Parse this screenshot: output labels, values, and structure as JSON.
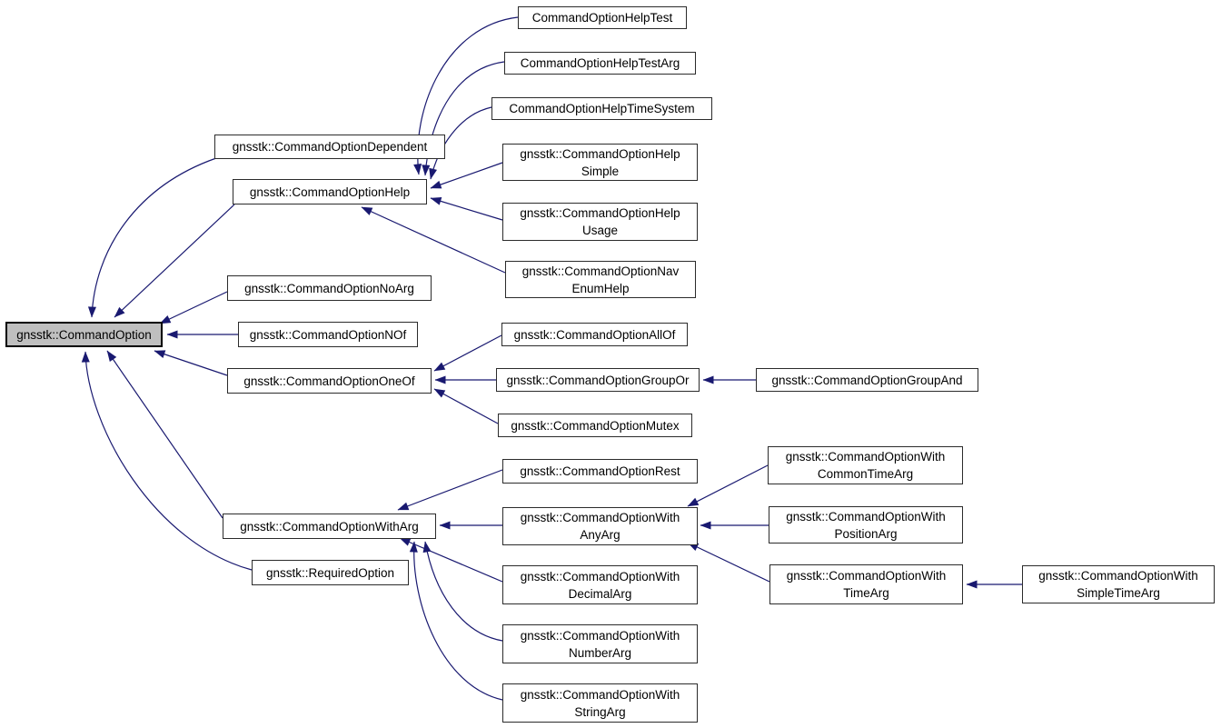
{
  "diagram": {
    "type": "class-inheritance-graph",
    "root_class": "gnsstk::CommandOption",
    "arrow_direction": "derived-to-base",
    "arrow_style": "solid-triangle"
  },
  "colors": {
    "edge": "#191970",
    "node_fill": "#ffffff",
    "node_border": "#2b2b2b",
    "root_fill": "#bfbfbf",
    "root_border": "#000000",
    "text": "#000000",
    "background": "#ffffff"
  },
  "nodes": [
    {
      "id": "command-option",
      "label": "gnsstk::CommandOption",
      "highlighted": true
    },
    {
      "id": "dependent",
      "label": "gnsstk::CommandOptionDependent",
      "highlighted": false
    },
    {
      "id": "help",
      "label": "gnsstk::CommandOptionHelp",
      "highlighted": false
    },
    {
      "id": "noarg",
      "label": "gnsstk::CommandOptionNoArg",
      "highlighted": false
    },
    {
      "id": "nof",
      "label": "gnsstk::CommandOptionNOf",
      "highlighted": false
    },
    {
      "id": "oneof",
      "label": "gnsstk::CommandOptionOneOf",
      "highlighted": false
    },
    {
      "id": "witharg",
      "label": "gnsstk::CommandOptionWithArg",
      "highlighted": false
    },
    {
      "id": "required-option",
      "label": "gnsstk::RequiredOption",
      "highlighted": false
    },
    {
      "id": "helptest",
      "label": "CommandOptionHelpTest",
      "highlighted": false
    },
    {
      "id": "helptestarg",
      "label": "CommandOptionHelpTestArg",
      "highlighted": false
    },
    {
      "id": "helptimesystem",
      "label": "CommandOptionHelpTimeSystem",
      "highlighted": false
    },
    {
      "id": "helpsimple",
      "label": "gnsstk::CommandOptionHelp\nSimple",
      "highlighted": false
    },
    {
      "id": "helpusage",
      "label": "gnsstk::CommandOptionHelp\nUsage",
      "highlighted": false
    },
    {
      "id": "navenumhelp",
      "label": "gnsstk::CommandOptionNav\nEnumHelp",
      "highlighted": false
    },
    {
      "id": "allof",
      "label": "gnsstk::CommandOptionAllOf",
      "highlighted": false
    },
    {
      "id": "groupor",
      "label": "gnsstk::CommandOptionGroupOr",
      "highlighted": false
    },
    {
      "id": "mutex",
      "label": "gnsstk::CommandOptionMutex",
      "highlighted": false
    },
    {
      "id": "rest",
      "label": "gnsstk::CommandOptionRest",
      "highlighted": false
    },
    {
      "id": "anyarg",
      "label": "gnsstk::CommandOptionWith\nAnyArg",
      "highlighted": false
    },
    {
      "id": "decimalarg",
      "label": "gnsstk::CommandOptionWith\nDecimalArg",
      "highlighted": false
    },
    {
      "id": "numberarg",
      "label": "gnsstk::CommandOptionWith\nNumberArg",
      "highlighted": false
    },
    {
      "id": "stringarg",
      "label": "gnsstk::CommandOptionWith\nStringArg",
      "highlighted": false
    },
    {
      "id": "groupand",
      "label": "gnsstk::CommandOptionGroupAnd",
      "highlighted": false
    },
    {
      "id": "commontimearg",
      "label": "gnsstk::CommandOptionWith\nCommonTimeArg",
      "highlighted": false
    },
    {
      "id": "positionarg",
      "label": "gnsstk::CommandOptionWith\nPositionArg",
      "highlighted": false
    },
    {
      "id": "timearg",
      "label": "gnsstk::CommandOptionWith\nTimeArg",
      "highlighted": false
    },
    {
      "id": "simpletimearg",
      "label": "gnsstk::CommandOptionWith\nSimpleTimeArg",
      "highlighted": false
    }
  ],
  "edges": [
    {
      "from": "dependent",
      "to": "command-option"
    },
    {
      "from": "help",
      "to": "command-option"
    },
    {
      "from": "noarg",
      "to": "command-option"
    },
    {
      "from": "nof",
      "to": "command-option"
    },
    {
      "from": "oneof",
      "to": "command-option"
    },
    {
      "from": "witharg",
      "to": "command-option"
    },
    {
      "from": "required-option",
      "to": "command-option"
    },
    {
      "from": "helptest",
      "to": "help"
    },
    {
      "from": "helptestarg",
      "to": "help"
    },
    {
      "from": "helptimesystem",
      "to": "help"
    },
    {
      "from": "helpsimple",
      "to": "help"
    },
    {
      "from": "helpusage",
      "to": "help"
    },
    {
      "from": "navenumhelp",
      "to": "help"
    },
    {
      "from": "allof",
      "to": "oneof"
    },
    {
      "from": "groupor",
      "to": "oneof"
    },
    {
      "from": "mutex",
      "to": "oneof"
    },
    {
      "from": "groupand",
      "to": "groupor"
    },
    {
      "from": "rest",
      "to": "witharg"
    },
    {
      "from": "anyarg",
      "to": "witharg"
    },
    {
      "from": "decimalarg",
      "to": "witharg"
    },
    {
      "from": "numberarg",
      "to": "witharg"
    },
    {
      "from": "stringarg",
      "to": "witharg"
    },
    {
      "from": "commontimearg",
      "to": "anyarg"
    },
    {
      "from": "positionarg",
      "to": "anyarg"
    },
    {
      "from": "timearg",
      "to": "anyarg"
    },
    {
      "from": "simpletimearg",
      "to": "timearg"
    }
  ]
}
